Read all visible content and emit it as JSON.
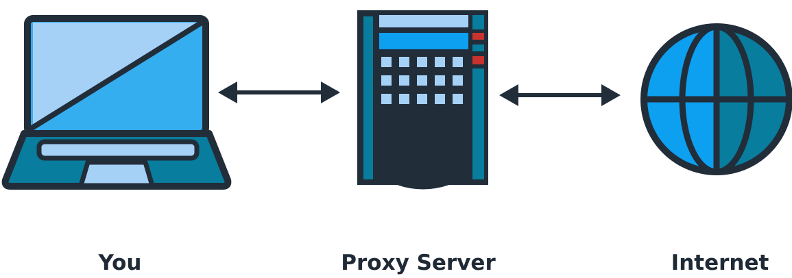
{
  "nodes": {
    "you": {
      "label": "You",
      "icon": "laptop-icon"
    },
    "proxy": {
      "label": "Proxy Server",
      "icon": "server-icon"
    },
    "internet": {
      "label": "Internet",
      "icon": "globe-icon"
    }
  },
  "connections": [
    {
      "from": "you",
      "to": "proxy",
      "direction": "bidirectional"
    },
    {
      "from": "proxy",
      "to": "internet",
      "direction": "bidirectional"
    }
  ],
  "colors": {
    "outline": "#222d3a",
    "light_blue": "#a6d1f6",
    "mid_blue": "#35aef0",
    "bright_blue": "#0d9ff0",
    "teal": "#087d9d",
    "led_red": "#c9332d",
    "text": "#1f2a36"
  }
}
